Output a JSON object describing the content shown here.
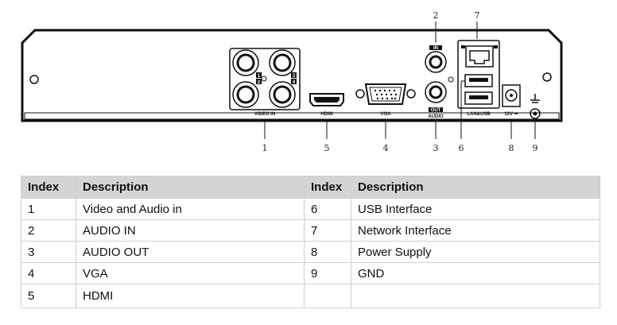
{
  "diagram": {
    "port_labels": {
      "video_in": "VIDEO IN",
      "hdmi": "HDMI",
      "vga": "VGA",
      "audio": "AUDIO",
      "audio_in_badge": "IN",
      "audio_out_badge": "OUT",
      "lan_usb": "LAN&USB",
      "power": "12V ⎓",
      "video_channels": [
        "1",
        "2",
        "3",
        "4"
      ]
    },
    "callouts": [
      "1",
      "2",
      "3",
      "4",
      "5",
      "6",
      "7",
      "8",
      "9"
    ]
  },
  "table": {
    "headers": [
      "Index",
      "Description",
      "Index",
      "Description"
    ],
    "rows": [
      [
        "1",
        "Video and Audio in",
        "6",
        "USB Interface"
      ],
      [
        "2",
        "AUDIO IN",
        "7",
        "Network Interface"
      ],
      [
        "3",
        "AUDIO OUT",
        "8",
        "Power Supply"
      ],
      [
        "4",
        "VGA",
        "9",
        "GND"
      ],
      [
        "5",
        "HDMI",
        "",
        ""
      ]
    ]
  }
}
